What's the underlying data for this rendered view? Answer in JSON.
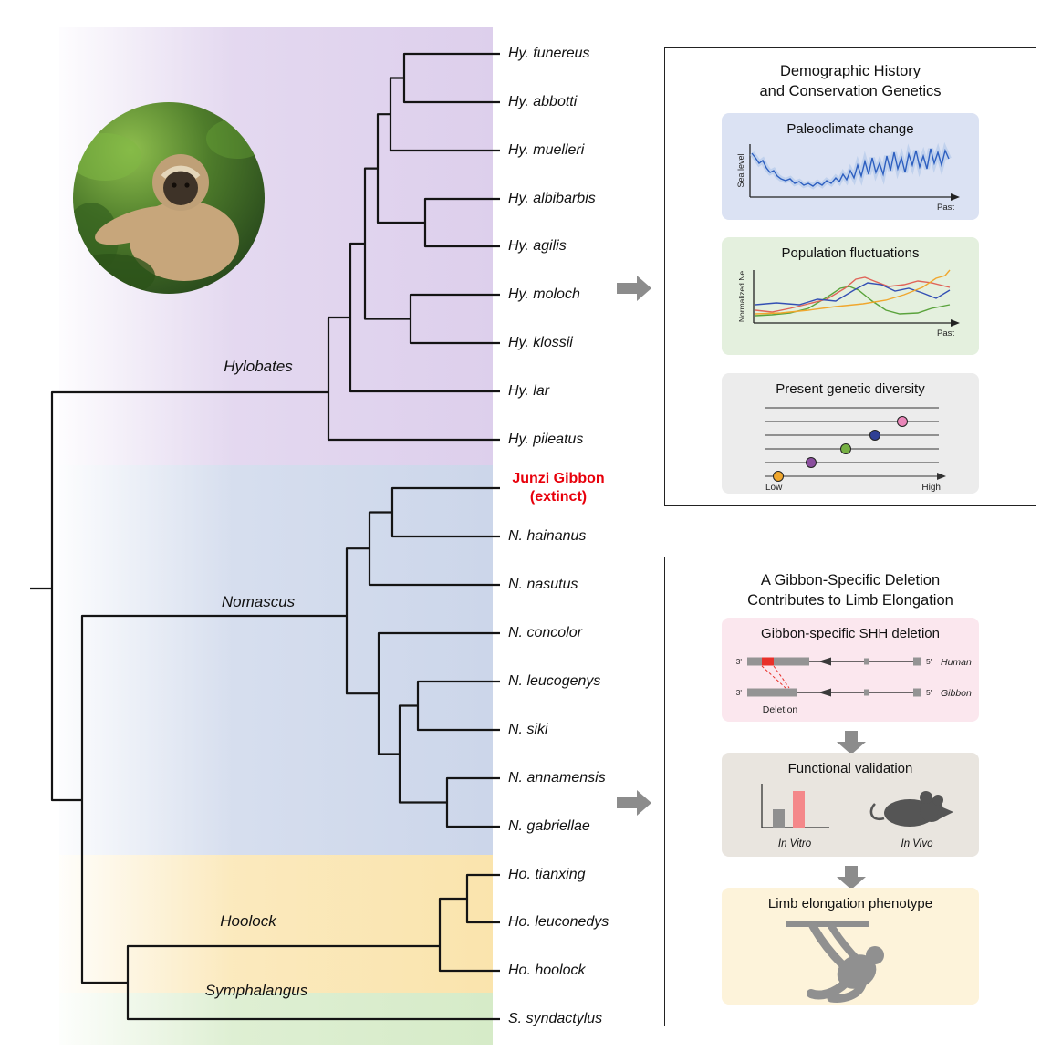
{
  "tree": {
    "genera": [
      "Hylobates",
      "Nomascus",
      "Hoolock",
      "Symphalangus"
    ],
    "tips": [
      "Hy. funereus",
      "Hy. abbotti",
      "Hy. muelleri",
      "Hy. albibarbis",
      "Hy. agilis",
      "Hy. moloch",
      "Hy. klossii",
      "Hy. lar",
      "Hy. pileatus",
      "N. hainanus",
      "N. nasutus",
      "N. concolor",
      "N. leucogenys",
      "N. siki",
      "N. annamensis",
      "N. gabriellae",
      "Ho. tianxing",
      "Ho. leuconedys",
      "Ho. hoolock",
      "S. syndactylus"
    ],
    "extinct_tip": {
      "label": "Junzi Gibbon",
      "sublabel": "(extinct)",
      "color": "#e8000b"
    },
    "clade_colors": {
      "hylobates": "#ddcfec",
      "nomascus": "#ccd6ea",
      "hoolock": "#fae4ad",
      "symphalangus": "#d6ebc8"
    }
  },
  "panel_demographic": {
    "title": [
      "Demographic History",
      "and Conservation Genetics"
    ],
    "paleoclimate": {
      "title": "Paleoclimate change",
      "ylabel": "Sea level",
      "xlabel": "Past",
      "bg": "#dbe2f3",
      "line_color": "#2d5fc0",
      "band_color": "#a9c2e8"
    },
    "population": {
      "title": "Population fluctuations",
      "ylabel": "Normalized Ne",
      "xlabel": "Past",
      "bg": "#e4f0de",
      "line_colors": [
        "#5aa33c",
        "#e06459",
        "#3450b4",
        "#f0a72e"
      ]
    },
    "diversity": {
      "title": "Present genetic diversity",
      "low": "Low",
      "high": "High",
      "bg": "#ececec",
      "dot_colors": [
        "#ea86b9",
        "#2f3f94",
        "#76b043",
        "#8b4f9e",
        "#f0a72e"
      ]
    }
  },
  "panel_deletion": {
    "title": [
      "A Gibbon-Specific Deletion",
      "Contributes to Limb Elongation"
    ],
    "shh": {
      "title": "Gibbon-specific SHH deletion",
      "three_prime": "3'",
      "five_prime": "5'",
      "human": "Human",
      "gibbon": "Gibbon",
      "deletion": "Deletion",
      "bg": "#fbe7ee",
      "deletion_color": "#e8312a"
    },
    "functional": {
      "title": "Functional validation",
      "in_vitro": "In Vitro",
      "in_vivo": "In Vivo",
      "bg": "#e9e5df"
    },
    "limb": {
      "title": "Limb elongation phenotype",
      "bg": "#fdf3da"
    }
  }
}
